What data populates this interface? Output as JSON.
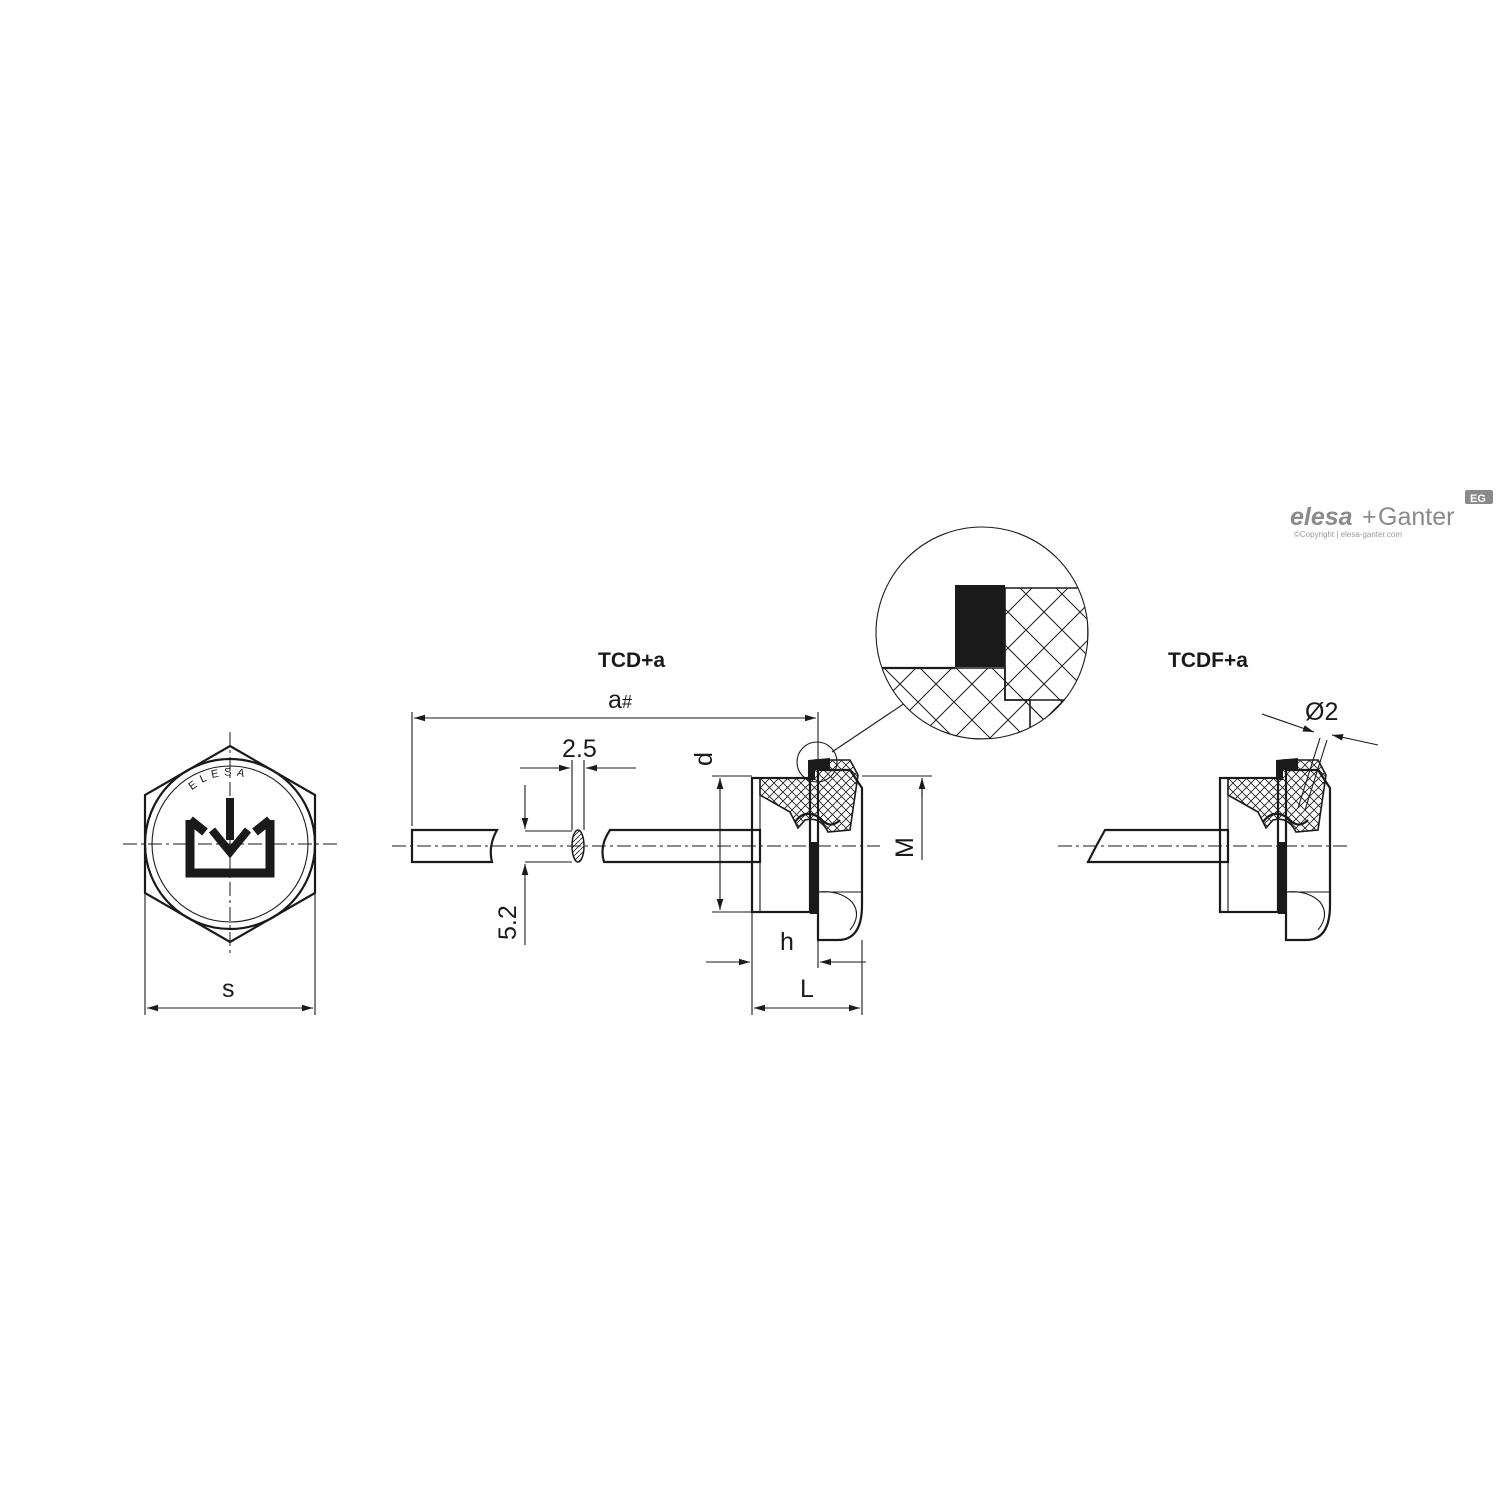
{
  "titles": {
    "tcd": "TCD+a",
    "tcdf": "TCDF+a"
  },
  "dimensions": {
    "a": "a",
    "a_mark": "#",
    "width_2_5": "2.5",
    "height_5_2": "5.2",
    "d": "d",
    "M": "M",
    "h": "h",
    "L": "L",
    "s": "s",
    "diameter_2": "Ø2"
  },
  "cap_text": "ELESA",
  "logo": {
    "brand_elesa": "elesa",
    "plus": "+",
    "brand_ganter": "Ganter",
    "badge": "EG",
    "copyright": "©Copyright | elesa-ganter.com"
  },
  "colors": {
    "line": "#1a1a1a",
    "logo_grey": "#8a8a8a"
  }
}
